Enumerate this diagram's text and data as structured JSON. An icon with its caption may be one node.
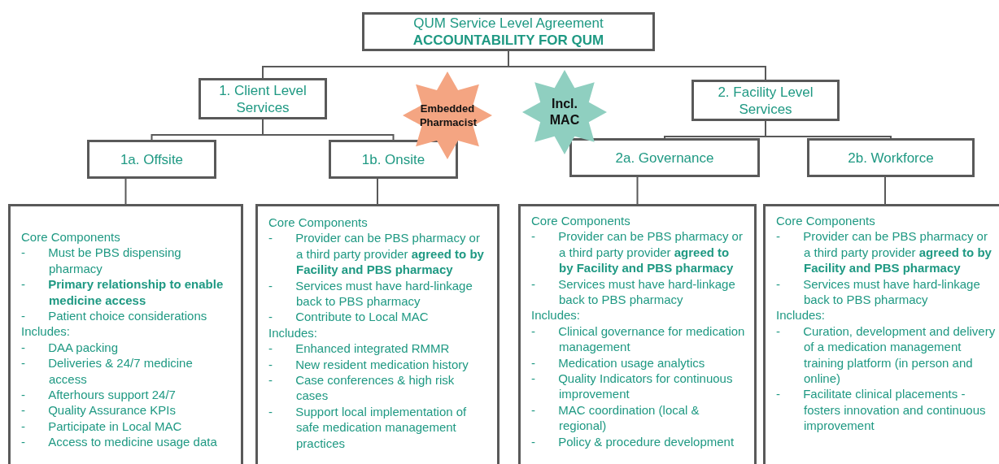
{
  "diagram": {
    "nodes": [
      {
        "text": [
          "QUM Service Level Agreement",
          "ACCOUNTABILITY FOR QUM"
        ]
      },
      {
        "text": [
          "1. Client Level Services"
        ]
      },
      {
        "text": [
          "2. Facility Level Services"
        ]
      },
      {
        "text": [
          "Embedded Pharmacist"
        ]
      },
      {
        "text": [
          "Incl. MAC"
        ]
      },
      {
        "text": [
          "1a. Offsite"
        ]
      },
      {
        "text": [
          "1b. Onsite"
        ]
      },
      {
        "text": [
          "2a. Governance"
        ]
      },
      {
        "text": [
          "2b. Workforce"
        ]
      },
      {
        "text": [
          "Core Components",
          "- Must be PBS dispensing pharmacy",
          "- **Primary relationship to enable medicine access**",
          "- Patient choice considerations",
          "Includes:",
          "- DAA packing",
          "- Deliveries & 24/7 medicine access",
          "- Afterhours support 24/7",
          "- Quality Assurance KPIs",
          "- Participate in Local MAC",
          "- Access to medicine usage data"
        ]
      },
      {
        "text": [
          "Core Components",
          "- Provider can be PBS pharmacy or a third party provider **agreed to by Facility and PBS pharmacy**",
          "- Services must have hard-linkage back to PBS pharmacy",
          "- Contribute to Local MAC",
          "Includes:",
          "- Enhanced integrated RMMR",
          "- New resident medication history",
          "- Case conferences & high risk cases",
          "- Support local implementation of safe medication management practices"
        ]
      },
      {
        "text": [
          "Core Components",
          "- Provider can be PBS pharmacy or a third party provider **agreed to by Facility and PBS pharmacy**",
          "- Services must have hard-linkage back to PBS pharmacy",
          "Includes:",
          "- Clinical governance for medication management",
          "- Medication usage analytics",
          "- Quality Indicators for continuous improvement",
          "- MAC coordination (local & regional)",
          "- Policy & procedure development"
        ]
      },
      {
        "text": [
          "Core Components",
          "- Provider can be PBS pharmacy or a third party provider **agreed to by Facility and PBS pharmacy**",
          "- Services must have hard-linkage back to PBS pharmacy",
          "Includes:",
          "- Curation, development and delivery of a medication management training platform (in person and online)",
          "- Facilitate clinical placements - fosters innovation and continuous improvement"
        ]
      }
    ],
    "edges": [
      {
        "from": 0,
        "to": 1,
        "arrow": "none"
      },
      {
        "from": 0,
        "to": 2,
        "arrow": "none"
      },
      {
        "from": 1,
        "to": 5,
        "arrow": "none"
      },
      {
        "from": 1,
        "to": 6,
        "arrow": "none"
      },
      {
        "from": 2,
        "to": 7,
        "arrow": "none"
      },
      {
        "from": 2,
        "to": 8,
        "arrow": "none"
      },
      {
        "from": 5,
        "to": 9,
        "arrow": "none"
      },
      {
        "from": 6,
        "to": 10,
        "arrow": "none"
      },
      {
        "from": 7,
        "to": 11,
        "arrow": "none"
      },
      {
        "from": 8,
        "to": 12,
        "arrow": "none"
      }
    ]
  }
}
